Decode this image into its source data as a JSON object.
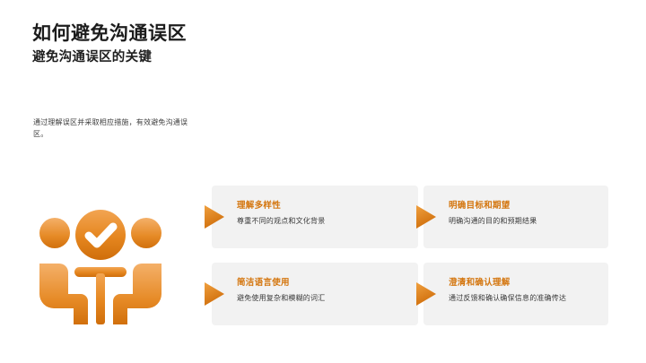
{
  "slide": {
    "background_color": "#ffffff",
    "accent_color": "#d4760f",
    "accent_light": "#ef9b3e",
    "card_background": "#f2f2f2",
    "title": "如何避免沟通误区",
    "subtitle": "避免沟通误区的关键",
    "intro": "通过理解误区并采取相应措施，有效避免沟通误区。"
  },
  "illustration": {
    "name": "team-with-checkmark-icon",
    "description": "三人小组与对勾图标"
  },
  "cards": [
    {
      "title": "理解多样性",
      "description": "尊重不同的观点和文化背景",
      "marker": "triangle-arrow-icon"
    },
    {
      "title": "明确目标和期望",
      "description": "明确沟通的目的和预期结果",
      "marker": "triangle-arrow-icon"
    },
    {
      "title": "简洁语言使用",
      "description": "避免使用复杂和模糊的词汇",
      "marker": "triangle-arrow-icon"
    },
    {
      "title": "澄清和确认理解",
      "description": "通过反馈和确认确保信息的准确传达",
      "marker": "triangle-arrow-icon"
    }
  ]
}
